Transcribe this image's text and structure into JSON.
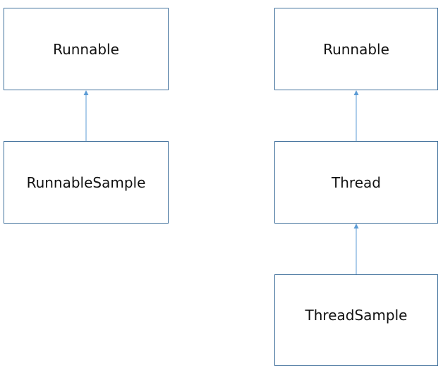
{
  "diagram": {
    "left": {
      "parent": "Runnable",
      "child": "RunnableSample"
    },
    "right": {
      "top": "Runnable",
      "middle": "Thread",
      "bottom": "ThreadSample"
    },
    "colors": {
      "border": "#41719c",
      "arrow": "#5b9bd5",
      "text": "#111111"
    }
  }
}
